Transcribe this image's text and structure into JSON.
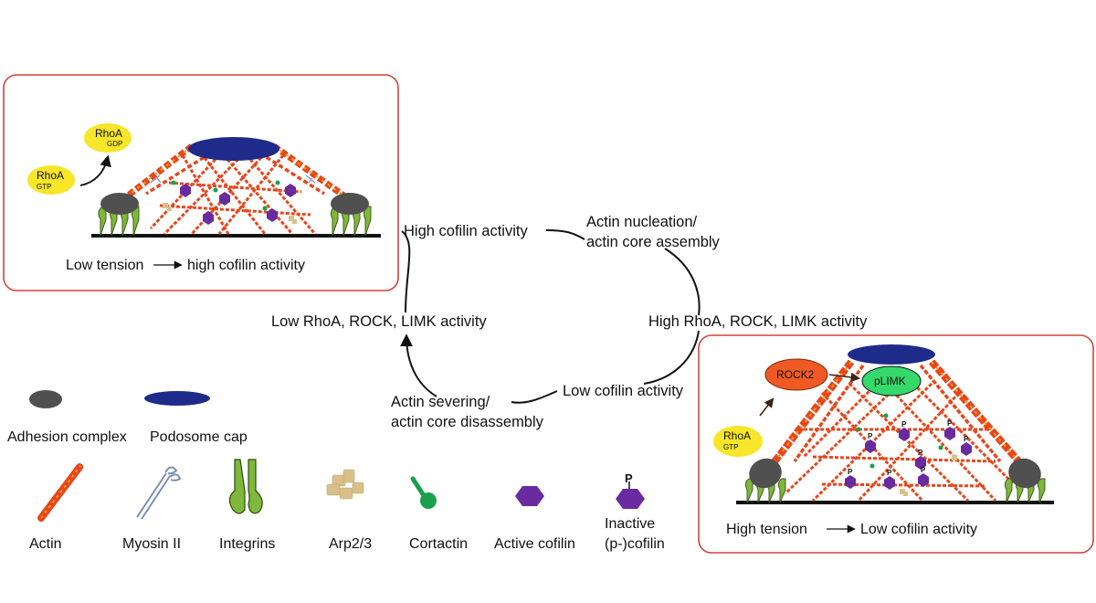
{
  "panels": {
    "low_tension": {
      "caption_left": "Low tension",
      "caption_right": "high cofilin activity",
      "rhoa_gdp": {
        "name": "RhoA",
        "state": "GDP"
      },
      "rhoa_gtp": {
        "name": "RhoA",
        "state": "GTP"
      }
    },
    "high_tension": {
      "caption_left": "High tension",
      "caption_right": "Low cofilin activity",
      "rock2": "ROCK2",
      "plimk": "pLIMK",
      "rhoa_gtp": {
        "name": "RhoA",
        "state": "GTP"
      },
      "phospho_mark": "P"
    }
  },
  "cycle": {
    "high_cofilin": "High cofilin activity",
    "nucleation_1": "Actin nucleation/",
    "nucleation_2": "actin core assembly",
    "high_rhoa": "High RhoA, ROCK, LIMK activity",
    "low_cofilin": "Low cofilin activity",
    "severing_1": "Actin severing/",
    "severing_2": "actin core  disassembly",
    "low_rhoa": "Low RhoA, ROCK, LIMK activity"
  },
  "legend": {
    "adhesion": "Adhesion complex",
    "cap": "Podosome cap",
    "actin": "Actin",
    "myosin": "Myosin II",
    "integrins": "Integrins",
    "arp": "Arp2/3",
    "cortactin": "Cortactin",
    "active_cofilin": "Active cofilin",
    "inactive_1": "Inactive",
    "inactive_2": "(p-)cofilin",
    "phospho_mark": "P"
  },
  "colors": {
    "panel_border": "#d0453a",
    "actin": "#e8461d",
    "actin_light": "#f6a21a",
    "cap": "#1f2b8a",
    "adhesion": "#505050",
    "integrin": "#7fb83a",
    "cofilin": "#6a2aa0",
    "cortactin": "#1aa04c",
    "arp": "#d9c08a",
    "rhoa": "#f7e62a",
    "rock2": "#ef5a24",
    "plimk": "#35d86a"
  }
}
